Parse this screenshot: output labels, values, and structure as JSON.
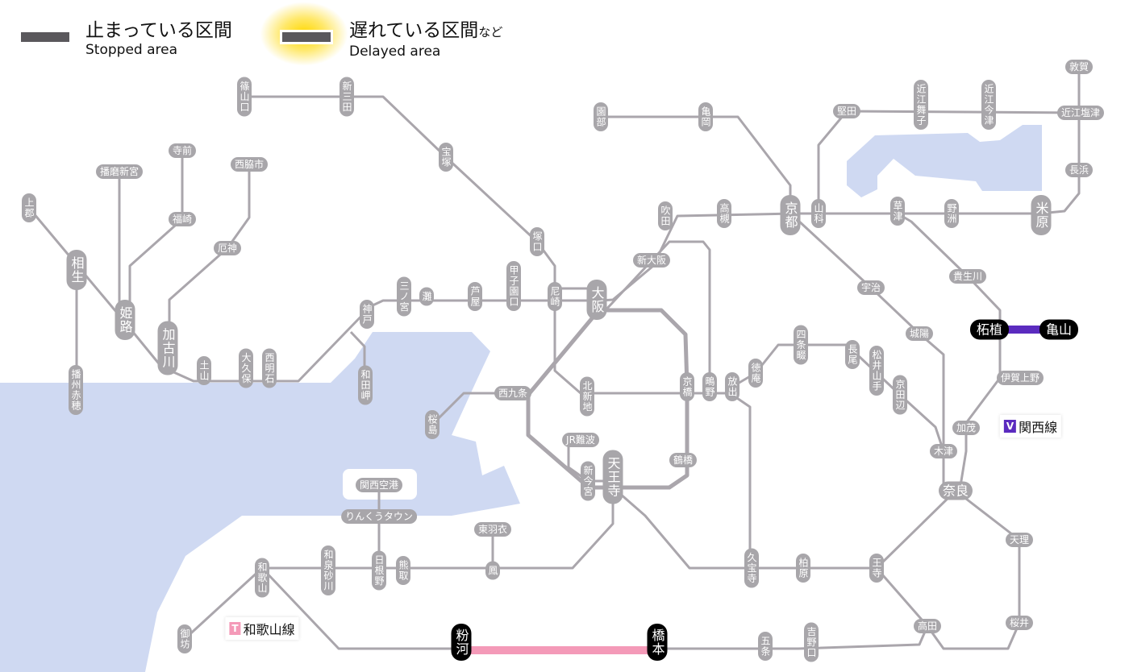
{
  "legend": {
    "stopped_jp": "止まっている区間",
    "stopped_en": "Stopped area",
    "delayed_jp": "遅れている区間",
    "delayed_suffix": "など",
    "delayed_en": "Delayed area"
  },
  "line_labels": {
    "kansai": {
      "code": "V",
      "name": "関西線",
      "color": "#5b2bbf"
    },
    "wakayama": {
      "code": "T",
      "name": "和歌山線",
      "color": "#f49ab8"
    }
  },
  "colors": {
    "line": "#aaa6ac",
    "station": "#a8a6aa",
    "water": "#cfd9f2",
    "kansai_disrupt": "#5b2bbf",
    "wakayama_disrupt": "#f49ab8"
  },
  "stations": [
    {
      "name": "篠山口"
    },
    {
      "name": "新三田"
    },
    {
      "name": "宝塚"
    },
    {
      "name": "塚口"
    },
    {
      "name": "園部"
    },
    {
      "name": "亀岡"
    },
    {
      "name": "京都"
    },
    {
      "name": "山科"
    },
    {
      "name": "堅田"
    },
    {
      "name": "近江舞子"
    },
    {
      "name": "近江今津"
    },
    {
      "name": "敦賀"
    },
    {
      "name": "近江塩津"
    },
    {
      "name": "長浜"
    },
    {
      "name": "米原"
    },
    {
      "name": "野洲"
    },
    {
      "name": "草津"
    },
    {
      "name": "吹田"
    },
    {
      "name": "高槻"
    },
    {
      "name": "新大阪"
    },
    {
      "name": "宇治"
    },
    {
      "name": "貴生川"
    },
    {
      "name": "柘植"
    },
    {
      "name": "亀山"
    },
    {
      "name": "城陽"
    },
    {
      "name": "伊賀上野"
    },
    {
      "name": "加茂"
    },
    {
      "name": "木津"
    },
    {
      "name": "奈良"
    },
    {
      "name": "天理"
    },
    {
      "name": "桜井"
    },
    {
      "name": "高田"
    },
    {
      "name": "王寺"
    },
    {
      "name": "柏原"
    },
    {
      "name": "久宝寺"
    },
    {
      "name": "吉野口"
    },
    {
      "name": "五条"
    },
    {
      "name": "橋本"
    },
    {
      "name": "粉河"
    },
    {
      "name": "御坊"
    },
    {
      "name": "和歌山"
    },
    {
      "name": "和泉砂川"
    },
    {
      "name": "日根野"
    },
    {
      "name": "熊取"
    },
    {
      "name": "鳳"
    },
    {
      "name": "東羽衣"
    },
    {
      "name": "りんくうタウン"
    },
    {
      "name": "関西空港"
    },
    {
      "name": "天王寺"
    },
    {
      "name": "新今宮"
    },
    {
      "name": "JR難波"
    },
    {
      "name": "鶴橋"
    },
    {
      "name": "京橋"
    },
    {
      "name": "放出"
    },
    {
      "name": "鴫野"
    },
    {
      "name": "北新地"
    },
    {
      "name": "西九条"
    },
    {
      "name": "桜島"
    },
    {
      "name": "大阪"
    },
    {
      "name": "尼崎"
    },
    {
      "name": "甲子園口"
    },
    {
      "name": "芦屋"
    },
    {
      "name": "灘"
    },
    {
      "name": "三ノ宮"
    },
    {
      "name": "神戸"
    },
    {
      "name": "和田岬"
    },
    {
      "name": "西明石"
    },
    {
      "name": "大久保"
    },
    {
      "name": "土山"
    },
    {
      "name": "加古川"
    },
    {
      "name": "姫路"
    },
    {
      "name": "相生"
    },
    {
      "name": "上郡"
    },
    {
      "name": "播州赤穂"
    },
    {
      "name": "播磨新宮"
    },
    {
      "name": "寺前"
    },
    {
      "name": "福崎"
    },
    {
      "name": "西脇市"
    },
    {
      "name": "厄神"
    },
    {
      "name": "四条畷"
    },
    {
      "name": "長尾"
    },
    {
      "name": "松井山手"
    },
    {
      "name": "京田辺"
    },
    {
      "name": "徳庵"
    }
  ]
}
